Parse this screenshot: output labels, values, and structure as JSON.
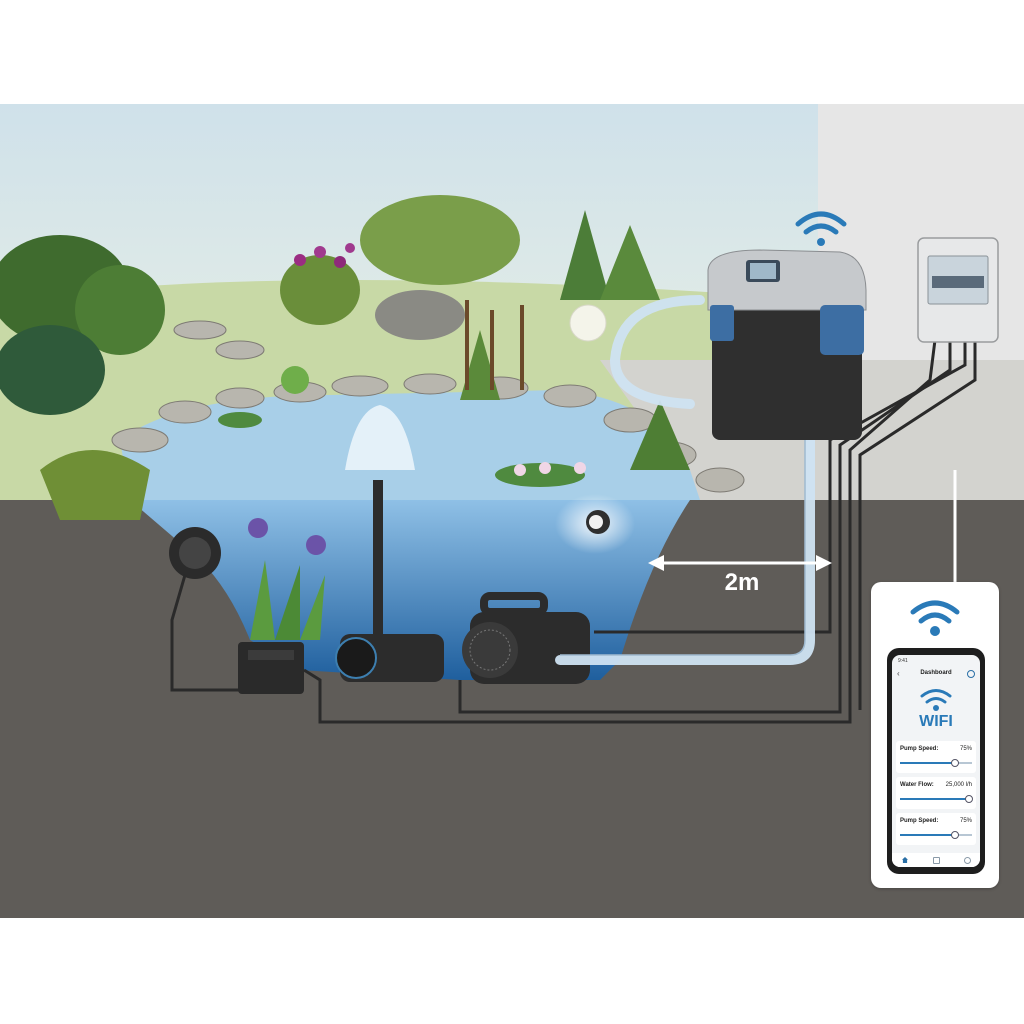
{
  "diagram": {
    "distance_label": "2m"
  },
  "app": {
    "status_time": "9:41",
    "header_title": "Dashboard",
    "wifi_label": "WIFI",
    "rows": [
      {
        "label": "Pump Speed:",
        "value": "75%",
        "level": 0.75
      },
      {
        "label": "Water Flow:",
        "value": "25,000 l/h",
        "level": 0.95
      },
      {
        "label": "Pump Speed:",
        "value": "75%",
        "level": 0.75
      }
    ]
  },
  "colors": {
    "ground": "#5f5c58",
    "water": "#3f86c6",
    "sky": "#d9e8ef",
    "accent_wifi": "#2a7ab8",
    "hose": "#cfe3f2"
  },
  "icons": {
    "wifi": "wifi-icon",
    "back": "chevron-left-icon",
    "settings": "gear-icon",
    "home": "home-icon"
  }
}
